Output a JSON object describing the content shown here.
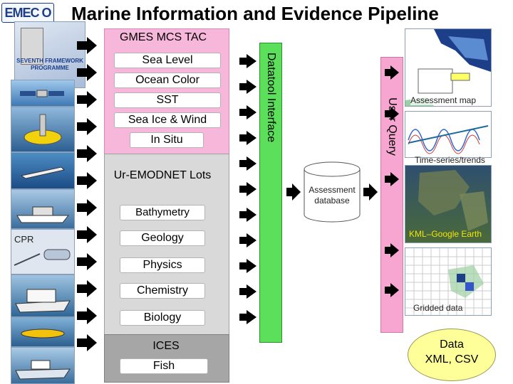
{
  "title": "Marine Information and Evidence Pipeline",
  "logos": {
    "emodnet": "EMEC O",
    "framework": "SEVENTH FRAMEWORK PROGRAMME"
  },
  "gmes": {
    "header": "GMES MCS TAC",
    "items": [
      "Sea Level",
      "Ocean Color",
      "SST",
      "Sea Ice & Wind",
      "In Situ"
    ]
  },
  "emodnet": {
    "header": "Ur-EMODNET Lots",
    "items": [
      "Bathymetry",
      "Geology",
      "Physics",
      "Chemistry",
      "Biology"
    ]
  },
  "ices": {
    "header": "ICES",
    "items": [
      "Fish"
    ]
  },
  "photos": {
    "cpr_label": "CPR"
  },
  "datatool_label": "Datatool Interface",
  "database_label": "Assessment database",
  "user_query_label": "User Query",
  "outputs": {
    "assessment_map": "Assessment map",
    "time_series": "Time-series/trends",
    "kml": "KML–Google Earth",
    "gridded": "Gridded data"
  },
  "data_format": {
    "line1": "Data",
    "line2": "XML, CSV"
  },
  "colors": {
    "gmes_box": "#f7b7da",
    "emodnet_box": "#d9d9d9",
    "ices_box": "#a6a6a6",
    "datatool": "#5ce05c",
    "user_query": "#f7a6d2",
    "data_ellipse": "#ffff99",
    "arrow": "#000000"
  }
}
